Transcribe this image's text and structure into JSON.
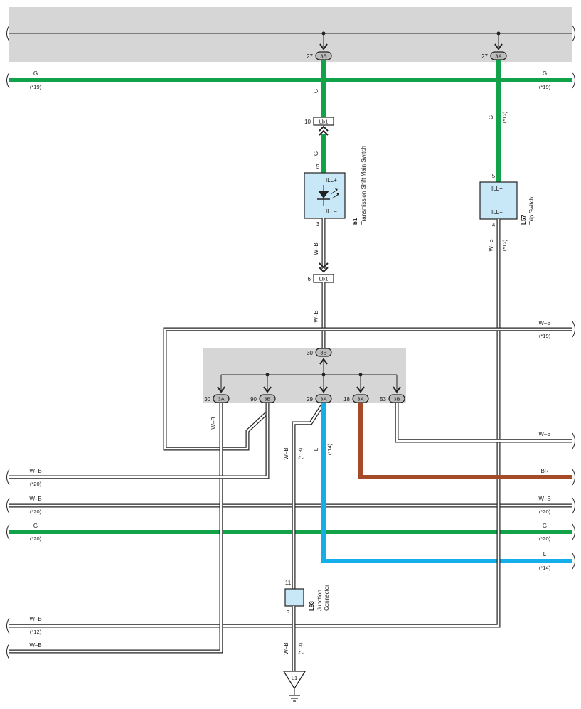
{
  "colors": {
    "green": "#11a24a",
    "blue": "#14aee8",
    "brown": "#a64b2a",
    "grey_box": "#d6d6d7",
    "comp_fill": "#c8e8f7",
    "wire_black": "#222222"
  },
  "top_bus": {
    "pin_left": "27",
    "conn_left": "3B",
    "pin_right": "27",
    "conn_right": "3A"
  },
  "green_top": {
    "left_color": "G",
    "left_tag": "(*19)",
    "right_color": "G",
    "right_tag": "(*19)",
    "vertical_color": "G"
  },
  "lb1_top": {
    "pin": "10",
    "id": "Lb1"
  },
  "lb1_bottom": {
    "pin": "6",
    "id": "Lb1"
  },
  "b1": {
    "code": "b1",
    "name": "Transmission Shift Main Switch",
    "ill_plus": "ILL+",
    "ill_minus": "ILL−",
    "pin_top": "5",
    "pin_bottom": "3",
    "wire_top": "G",
    "wire_bottom": "W–B",
    "wire_below": "W–B"
  },
  "l57": {
    "code": "L57",
    "name": "Trip Switch",
    "ill_plus": "ILL+",
    "ill_minus": "ILL−",
    "pin_top": "5",
    "pin_bottom": "4",
    "wire_top": "G",
    "wire_top_tag": "(*12)",
    "wire_bottom": "W–B",
    "wire_bottom_tag": "(*12)"
  },
  "jb_mid": {
    "top_pin": "30",
    "top_conn": "3B",
    "pins": [
      {
        "pin": "30",
        "conn": "3A"
      },
      {
        "pin": "90",
        "conn": "3B"
      },
      {
        "pin": "29",
        "conn": "3A"
      },
      {
        "pin": "18",
        "conn": "3A"
      },
      {
        "pin": "53",
        "conn": "3B"
      }
    ]
  },
  "wires": {
    "wb_right_19": {
      "label": "W–B",
      "tag": "(*19)"
    },
    "wb_right_53": {
      "label": "W–B"
    },
    "br_right": {
      "label": "BR"
    },
    "wb_left_20a": {
      "label": "W–B",
      "tag": "(*20)"
    },
    "wb_pair_20": {
      "left": "W–B",
      "left_tag": "(*20)",
      "right": "W–B",
      "right_tag": "(*20)"
    },
    "g_pair_20": {
      "left": "G",
      "left_tag": "(*20)",
      "right": "G",
      "right_tag": "(*20)"
    },
    "l_right": {
      "label": "L",
      "tag": "(*14)"
    },
    "wb_left_12": {
      "label": "W–B",
      "tag": "(*12)"
    },
    "wb_left_bottom": {
      "label": "W–B"
    },
    "vert_30": {
      "label": "W–B"
    },
    "vert_29_wb": {
      "label": "W–B",
      "tag": "(*13)"
    },
    "vert_29_l": {
      "label": "L",
      "tag": "(*14)"
    },
    "vert_l93": {
      "label": "W–B",
      "tag": "(*13)"
    }
  },
  "l93": {
    "code": "L93",
    "name_line1": "Junction",
    "name_line2": "Connector",
    "pin_top": "11",
    "pin_bottom": "3"
  },
  "ground": {
    "id": "L1"
  }
}
